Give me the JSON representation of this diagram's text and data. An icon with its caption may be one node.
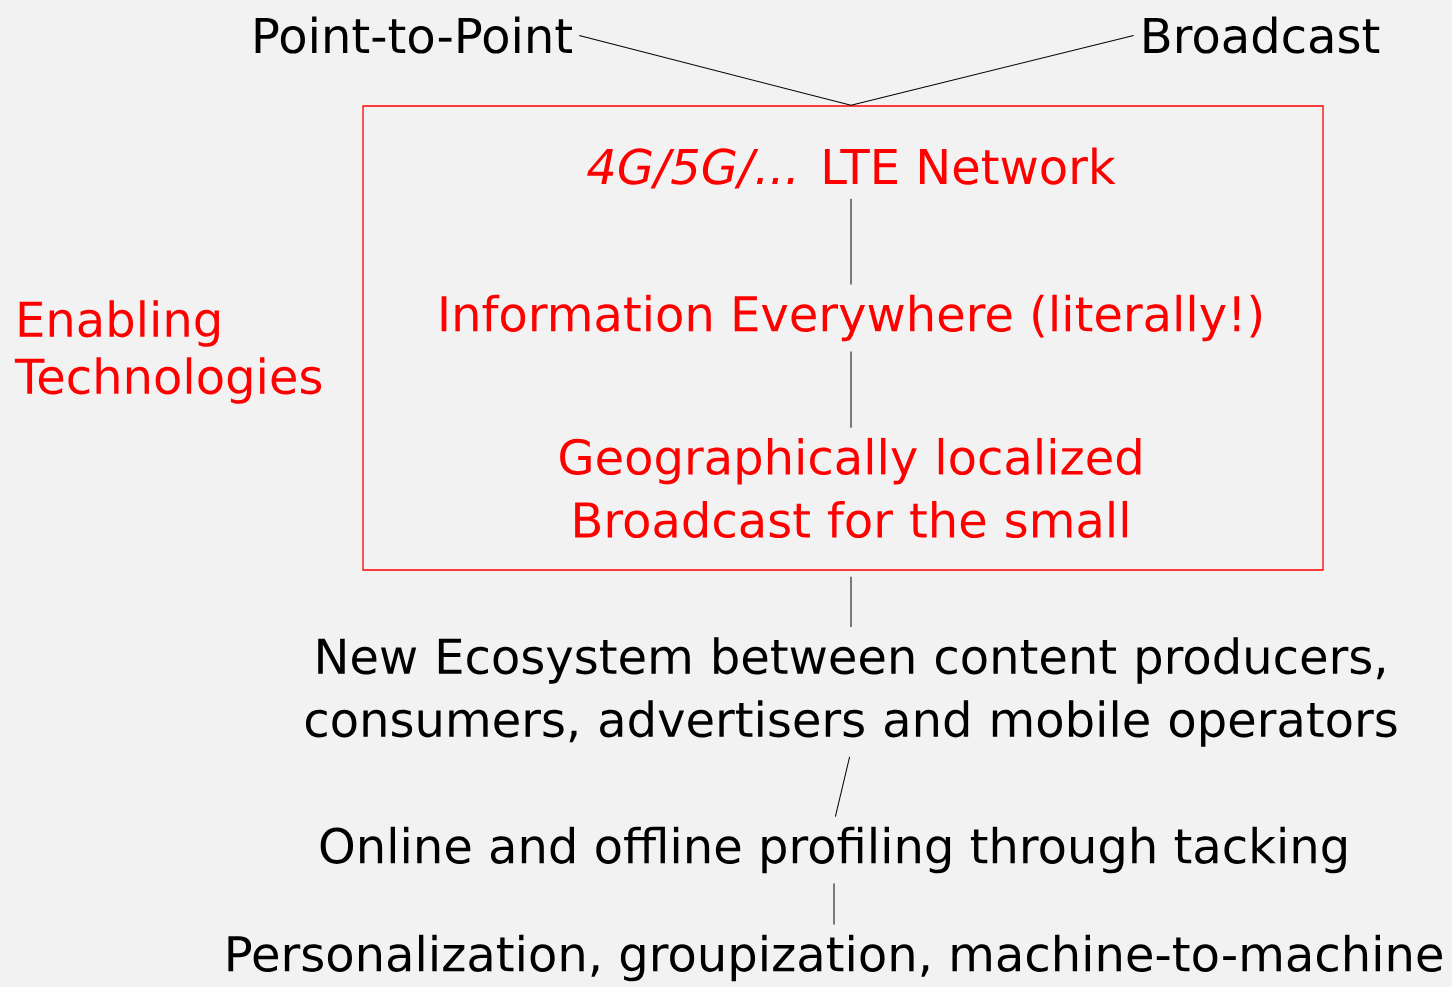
{
  "diagram": {
    "nodes": [
      {
        "text": [
          "Point-to-Point"
        ]
      },
      {
        "text": [
          "Broadcast"
        ]
      },
      {
        "text": [],
        "shape": "box",
        "beside": [
          "Enabling Technologies"
        ]
      },
      {
        "text": [
          "*4G/5G/...* LTE Network"
        ],
        "in": 2
      },
      {
        "text": [
          "Information Everywhere (literally!)"
        ],
        "in": 2
      },
      {
        "text": [
          "Geographically localized Broadcast for the small"
        ],
        "in": 2
      },
      {
        "text": [
          "New Ecosystem between content producers, consumers, advertisers and mobile operators"
        ]
      },
      {
        "text": [
          "Online and offline profiling through tacking"
        ]
      },
      {
        "text": [
          "Personalization, groupization, machine-to-machine"
        ]
      }
    ],
    "edges": [
      {
        "from": 0,
        "to": 2,
        "arrow": "none"
      },
      {
        "from": 1,
        "to": 2,
        "arrow": "none"
      },
      {
        "from": 3,
        "to": 4,
        "arrow": "none"
      },
      {
        "from": 4,
        "to": 5,
        "arrow": "none"
      },
      {
        "from": 2,
        "to": 6,
        "arrow": "none"
      },
      {
        "from": 6,
        "to": 7,
        "arrow": "none"
      },
      {
        "from": 7,
        "to": 8,
        "arrow": "none"
      }
    ]
  }
}
